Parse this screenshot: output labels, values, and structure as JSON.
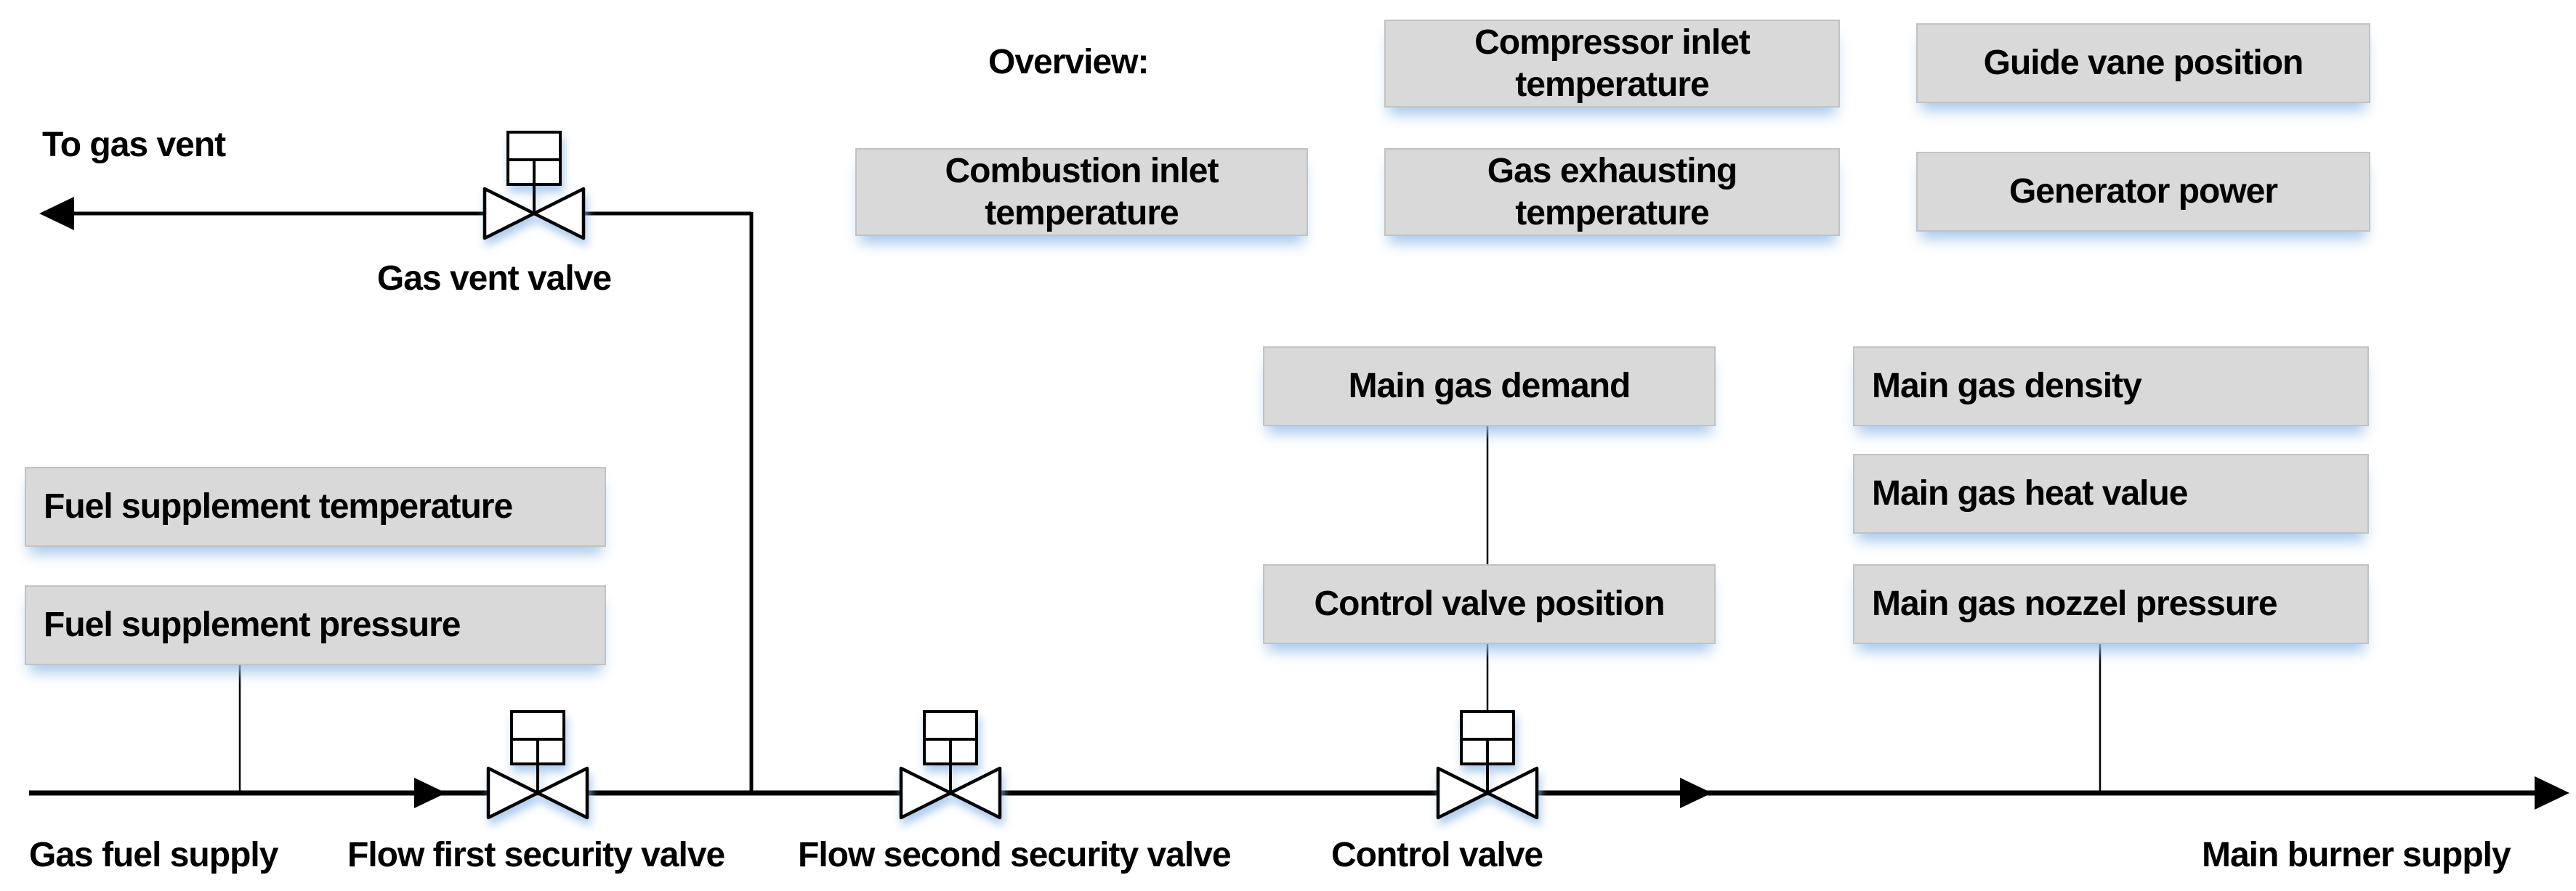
{
  "colors": {
    "background": "#ffffff",
    "box_fill": "#d9d9d9",
    "box_border": "#c2c2c2",
    "box_glow": "#98bfea",
    "line": "#000000",
    "text": "#000000"
  },
  "overview": {
    "title": "Overview:"
  },
  "vent_branch": {
    "to_gas_vent_label": "To gas vent",
    "gas_vent_valve_label": "Gas vent valve"
  },
  "signal_boxes": {
    "compressor_inlet_temperature": "Compressor inlet\ntemperature",
    "guide_vane_position": "Guide vane position",
    "combustion_inlet_temperature": "Combustion inlet\ntemperature",
    "gas_exhausting_temperature": "Gas exhausting\ntemperature",
    "generator_power": "Generator power",
    "main_gas_demand": "Main gas demand",
    "control_valve_position": "Control valve position",
    "main_gas_density": "Main gas density",
    "main_gas_heat_value": "Main gas heat value",
    "main_gas_nozzel_pressure": "Main gas nozzel pressure",
    "fuel_supplement_temperature": "Fuel supplement temperature",
    "fuel_supplement_pressure": "Fuel supplement pressure"
  },
  "pipeline_labels": {
    "gas_fuel_supply": "Gas fuel supply",
    "flow_first_security_valve": "Flow first security valve",
    "flow_second_security_valve": "Flow second security valve",
    "control_valve": "Control valve",
    "main_burner_supply": "Main burner supply"
  }
}
